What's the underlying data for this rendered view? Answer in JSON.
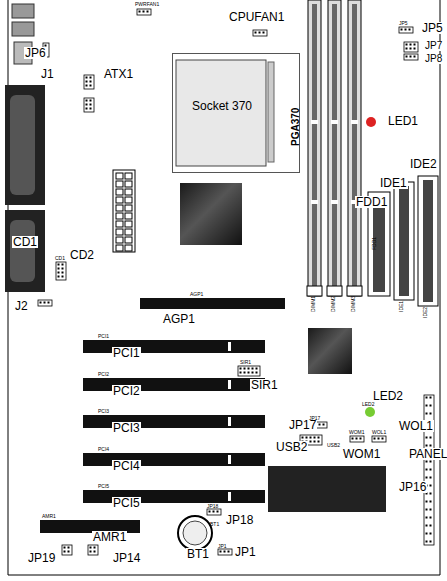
{
  "diagram": {
    "nodes": [
      {
        "text": [
          "Socket 370",
          "PGA370"
        ]
      }
    ],
    "labels": [
      "CPUFAN1",
      "JP5",
      "JP7",
      "JP8",
      "JP6",
      "J1",
      "ATX1",
      "LED1",
      "IDE2",
      "IDE1",
      "FDD1",
      "CD1",
      "CD2",
      "J2",
      "AGP1",
      "PCI1",
      "PCI2",
      "PCI3",
      "PCI4",
      "PCI5",
      "SIR1",
      "LED2",
      "WOL1",
      "JP17",
      "USB2",
      "WOM1",
      "PANEL",
      "JP16",
      "JP18",
      "BT1",
      "AMR1",
      "JP19",
      "JP14",
      "JP1",
      "PWRFAN1",
      "DIMM1",
      "DIMM2",
      "DIMM3",
      "FDD1",
      "IDE1",
      "IDE2",
      "AGP1",
      "PCI1",
      "PCI2",
      "PCI3",
      "PCI4",
      "PCI5",
      "LED2",
      "WOM1",
      "WOL1",
      "USB2",
      "JP17",
      "JP18",
      "BT1",
      "AMR1",
      "JP1",
      "JP5",
      "CD1",
      "SIR1"
    ]
  }
}
